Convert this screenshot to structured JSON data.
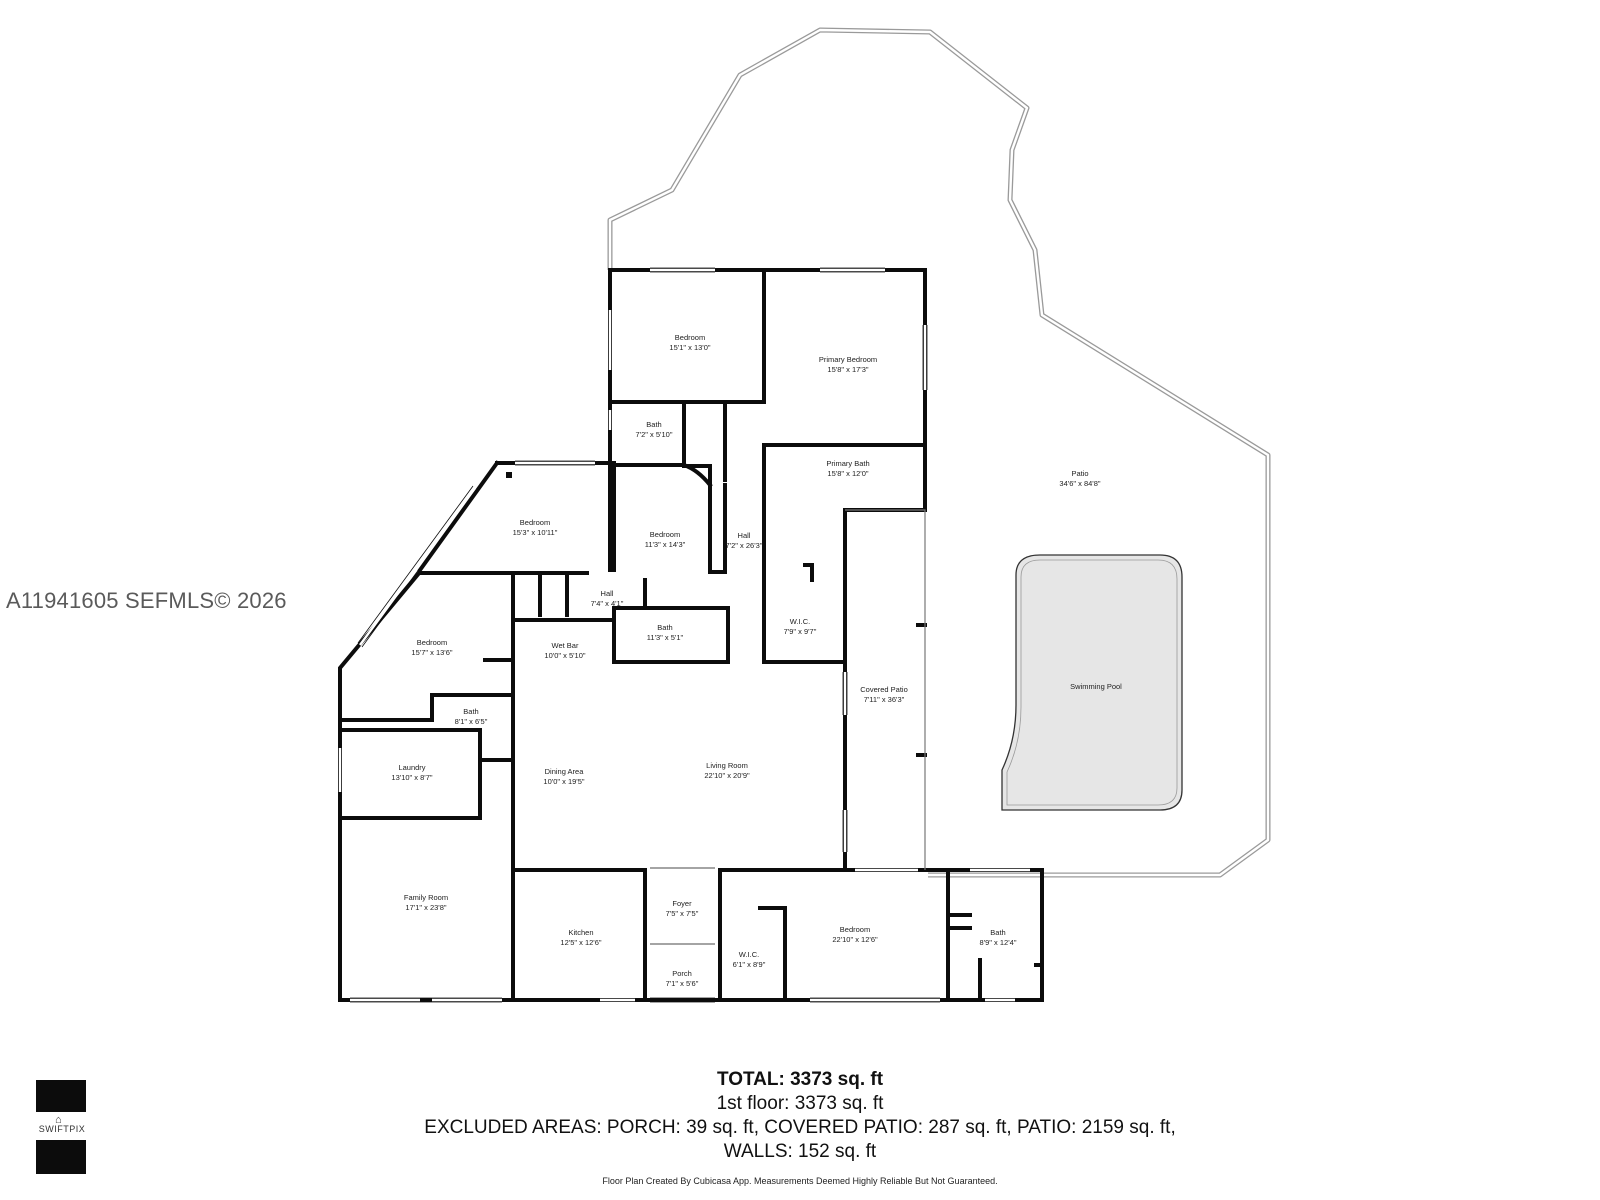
{
  "watermark": "A11941605  SEFMLS© 2026",
  "summary": {
    "total": "TOTAL: 3373 sq. ft",
    "floor": "1st floor: 3373 sq. ft",
    "excluded_line1": "EXCLUDED AREAS: PORCH: 39 sq. ft, COVERED PATIO: 287 sq. ft, PATIO: 2159 sq. ft,",
    "excluded_line2": "WALLS: 152 sq. ft"
  },
  "disclaimer": "Floor Plan Created By Cubicasa App. Measurements Deemed Highly Reliable But Not Guaranteed.",
  "logo": {
    "text": "SWIFTPIX",
    "icon": "house-lock-icon"
  },
  "colors": {
    "wall": "#0c0c0c",
    "pool_fill": "#e6e6e6",
    "outline": "#9a9a9a"
  },
  "rooms": [
    {
      "id": "bedroom-1",
      "name": "Bedroom",
      "dims": "15'1\" x 13'0\""
    },
    {
      "id": "primary-bedroom",
      "name": "Primary Bedroom",
      "dims": "15'8\" x 17'3\""
    },
    {
      "id": "bath-1",
      "name": "Bath",
      "dims": "7'2\" x 5'10\""
    },
    {
      "id": "primary-bath",
      "name": "Primary Bath",
      "dims": "15'8\" x 12'0\""
    },
    {
      "id": "bedroom-2",
      "name": "Bedroom",
      "dims": "15'3\" x 10'11\""
    },
    {
      "id": "bedroom-3",
      "name": "Bedroom",
      "dims": "11'3\" x 14'3\""
    },
    {
      "id": "hall-1",
      "name": "Hall",
      "dims": "7'2\" x 26'3\""
    },
    {
      "id": "hall-2",
      "name": "Hall",
      "dims": "7'4\" x 4'1\""
    },
    {
      "id": "wic-1",
      "name": "W.I.C.",
      "dims": "7'9\" x 9'7\""
    },
    {
      "id": "bath-2",
      "name": "Bath",
      "dims": "11'3\" x 5'1\""
    },
    {
      "id": "wet-bar",
      "name": "Wet Bar",
      "dims": "10'0\" x 5'10\""
    },
    {
      "id": "bedroom-4",
      "name": "Bedroom",
      "dims": "15'7\" x 13'6\""
    },
    {
      "id": "bath-3",
      "name": "Bath",
      "dims": "8'1\" x 6'5\""
    },
    {
      "id": "laundry",
      "name": "Laundry",
      "dims": "13'10\" x 8'7\""
    },
    {
      "id": "dining-area",
      "name": "Dining Area",
      "dims": "10'0\" x 19'5\""
    },
    {
      "id": "living-room",
      "name": "Living Room",
      "dims": "22'10\" x 20'9\""
    },
    {
      "id": "covered-patio",
      "name": "Covered Patio",
      "dims": "7'11\" x 36'3\""
    },
    {
      "id": "patio",
      "name": "Patio",
      "dims": "34'6\" x 84'8\""
    },
    {
      "id": "swimming-pool",
      "name": "Swimming Pool",
      "dims": ""
    },
    {
      "id": "family-room",
      "name": "Family Room",
      "dims": "17'1\" x 23'8\""
    },
    {
      "id": "kitchen",
      "name": "Kitchen",
      "dims": "12'5\" x 12'6\""
    },
    {
      "id": "foyer",
      "name": "Foyer",
      "dims": "7'5\" x 7'5\""
    },
    {
      "id": "porch",
      "name": "Porch",
      "dims": "7'1\" x 5'6\""
    },
    {
      "id": "wic-2",
      "name": "W.I.C.",
      "dims": "6'1\" x 8'9\""
    },
    {
      "id": "bedroom-5",
      "name": "Bedroom",
      "dims": "22'10\" x 12'6\""
    },
    {
      "id": "bath-4",
      "name": "Bath",
      "dims": "8'9\" x 12'4\""
    }
  ]
}
